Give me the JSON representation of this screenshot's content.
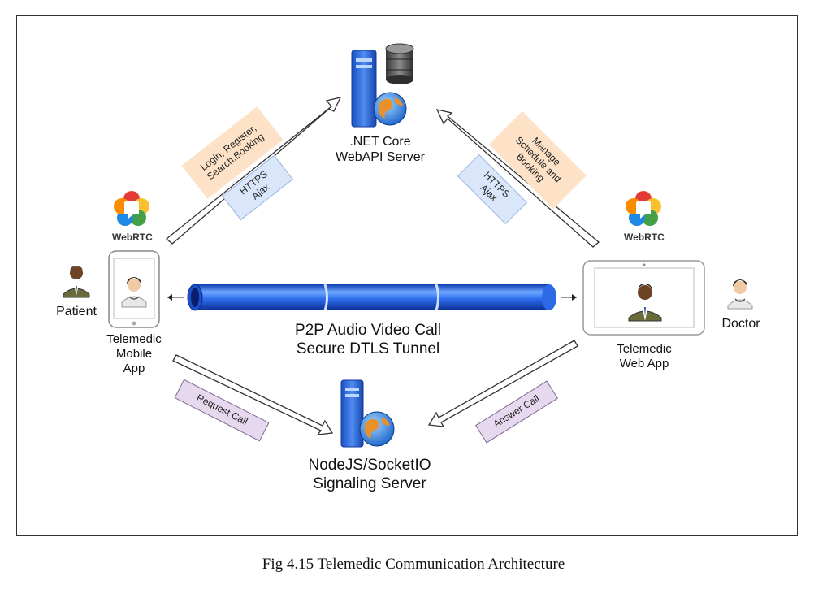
{
  "nodes": {
    "api_server": ".NET Core\nWebAPI Server",
    "signaling_server": "NodeJS/SocketIO\nSignaling Server",
    "mobile_app": "Telemedic\nMobile\nApp",
    "web_app": "Telemedic\nWeb App",
    "patient": "Patient",
    "doctor": "Doctor"
  },
  "connections": {
    "p2p_line1": "P2P Audio Video Call",
    "p2p_line2": "Secure DTLS Tunnel"
  },
  "tags": {
    "mobile_to_api_purpose": "Login, Register,\nSearch,Booking",
    "mobile_to_api_protocol": "HTTPS\nAjax",
    "web_to_api_purpose": "Manage\nSchedule and\nBooking",
    "web_to_api_protocol": "HTTPS\nAjax",
    "request_call": "Request Call",
    "answer_call": "Answer Call"
  },
  "webrtc_label": "WebRTC",
  "caption": "Fig 4.15 Telemedic Communication Architecture",
  "colors": {
    "tunnel": "#1e63e6",
    "tag_orange": "#fde2c8",
    "tag_blue": "#dae7fb",
    "tag_purple": "#e6d8ee"
  }
}
